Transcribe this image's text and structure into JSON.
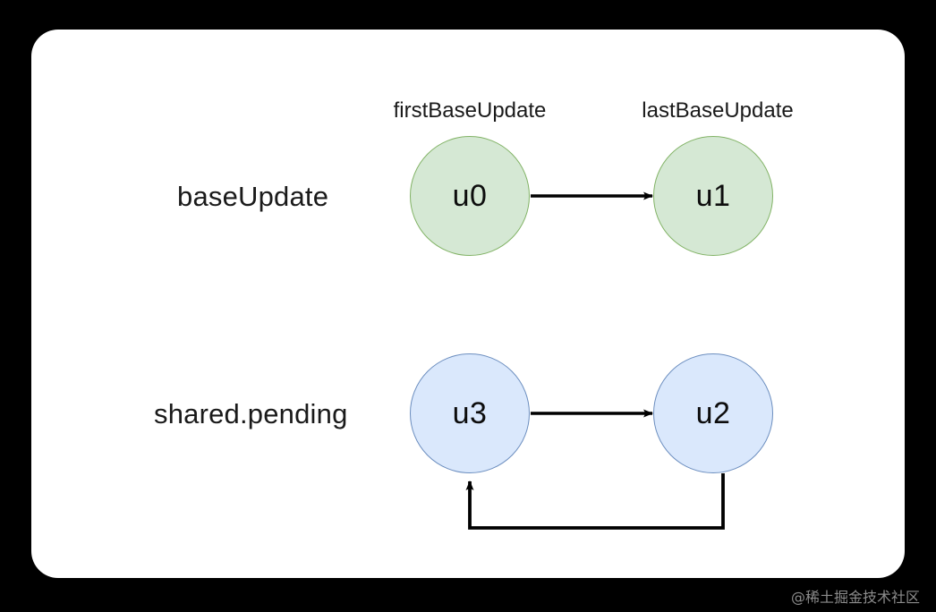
{
  "background_color": "#000000",
  "card": {
    "background_color": "#ffffff",
    "corner_radius": "30px"
  },
  "diagram": {
    "type": "node-link-diagram",
    "row_labels": [
      {
        "id": "baseUpdate",
        "text": "baseUpdate"
      },
      {
        "id": "shared.pending",
        "text": "shared.pending"
      }
    ],
    "node_captions": [
      {
        "id": "firstBaseUpdate",
        "text": "firstBaseUpdate"
      },
      {
        "id": "lastBaseUpdate",
        "text": "lastBaseUpdate"
      }
    ],
    "nodes": [
      {
        "id": "u0",
        "label": "u0",
        "row": "baseUpdate",
        "fill": "#d5e8d4",
        "stroke": "#82b366"
      },
      {
        "id": "u1",
        "label": "u1",
        "row": "baseUpdate",
        "fill": "#d5e8d4",
        "stroke": "#82b366"
      },
      {
        "id": "u3",
        "label": "u3",
        "row": "shared.pending",
        "fill": "#dae8fc",
        "stroke": "#6c8ebf"
      },
      {
        "id": "u2",
        "label": "u2",
        "row": "shared.pending",
        "fill": "#dae8fc",
        "stroke": "#6c8ebf"
      }
    ],
    "edges": [
      {
        "from": "u0",
        "to": "u1",
        "style": "straight-arrow",
        "color": "#000000"
      },
      {
        "from": "u3",
        "to": "u2",
        "style": "straight-arrow",
        "color": "#000000"
      },
      {
        "from": "u2",
        "to": "u3",
        "style": "orthogonal-loop-arrow",
        "color": "#000000"
      }
    ]
  },
  "watermark": {
    "text": "@稀土掘金技术社区",
    "color": "#8c8c8c"
  }
}
